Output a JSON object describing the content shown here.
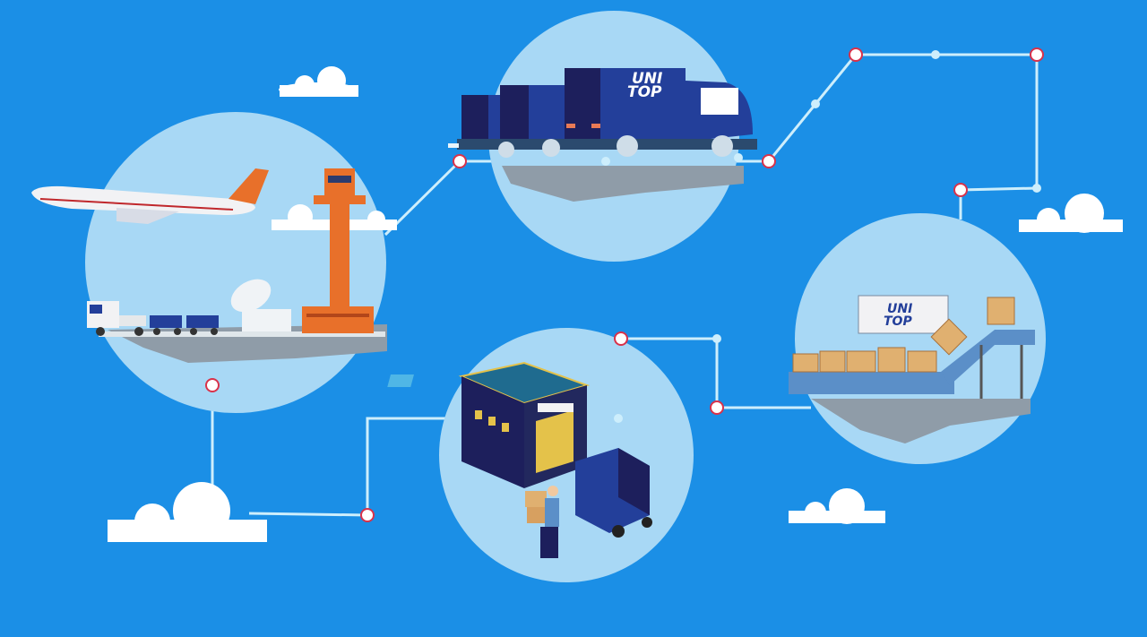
{
  "brand": {
    "logo_line1": "UNI",
    "logo_line2": "TOP"
  },
  "colors": {
    "background": "#1b8fe6",
    "scene_circle": "#a8d8f5",
    "route_line": "#cdeefc",
    "node_stroke": "#d9324a",
    "truck_blue": "#233f9a",
    "truck_dark": "#1d1f5c",
    "tower_orange": "#e8702a",
    "box_tan": "#e0b070",
    "cloud": "#ffffff"
  },
  "scenes": [
    {
      "name": "airport"
    },
    {
      "name": "truck-fleet"
    },
    {
      "name": "warehouse"
    },
    {
      "name": "sorting-conveyor"
    }
  ]
}
